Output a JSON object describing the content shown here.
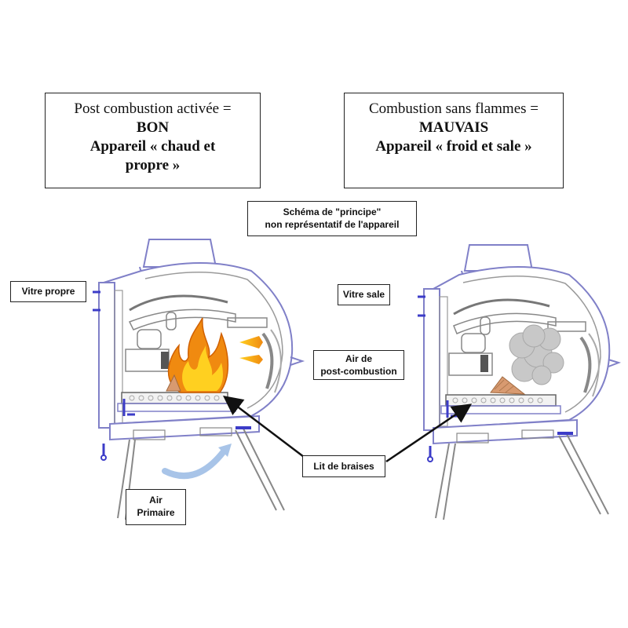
{
  "top_boxes": {
    "good": {
      "line1": "Post combustion activée =",
      "line2": "BON",
      "line3": "Appareil « chaud et",
      "line4": "propre »"
    },
    "bad": {
      "line1": "Combustion sans flammes =",
      "line2": "MAUVAIS",
      "line3": "Appareil « froid et sale »"
    }
  },
  "labels": {
    "schema_line1": "Schéma de \"principe\"",
    "schema_line2": "non représentatif de l'appareil",
    "vitre_propre": "Vitre propre",
    "vitre_sale": "Vitre sale",
    "air_post_line1": "Air de",
    "air_post_line2": "post-combustion",
    "lit_braises": "Lit de braises",
    "air_primaire_line1": "Air",
    "air_primaire_line2": "Primaire"
  },
  "colors": {
    "outline": "#8080c8",
    "accent": "#3c3cc8",
    "flame_outer": "#f08a10",
    "flame_inner": "#ffd020",
    "smoke": "#c8c8c8",
    "wood": "#d89a70",
    "arrow_air": "#a8c4e8"
  },
  "icons": [
    "flame-icon",
    "smoke-icon",
    "wood-log-icon",
    "air-jet-icon"
  ]
}
